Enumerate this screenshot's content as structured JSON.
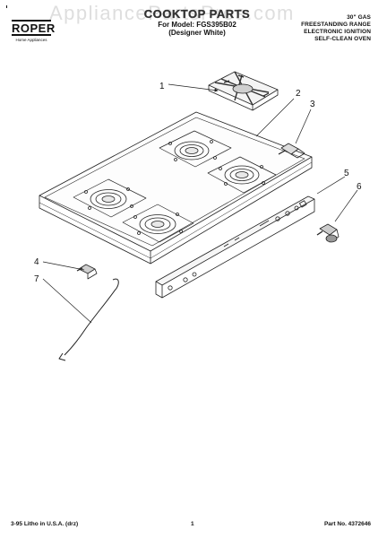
{
  "header": {
    "watermark": "AppliancePartsPros.com",
    "brand": "ROPER",
    "brand_sub": "Home Appliances",
    "title": "COOKTOP PARTS",
    "subtitle_line1": "For Model: FGS395B02",
    "subtitle_line2": "(Designer White)",
    "model_lines": [
      "30\" GAS",
      "FREESTANDING RANGE",
      "ELECTRONIC IGNITION",
      "SELF-CLEAN OVEN"
    ]
  },
  "callouts": {
    "c1": "1",
    "c2": "2",
    "c3": "3",
    "c4": "4",
    "c5": "5",
    "c6": "6",
    "c7": "7"
  },
  "footer": {
    "left": "3-95 Litho in U.S.A. (drz)",
    "center": "1",
    "right": "Part No. 4372646"
  }
}
